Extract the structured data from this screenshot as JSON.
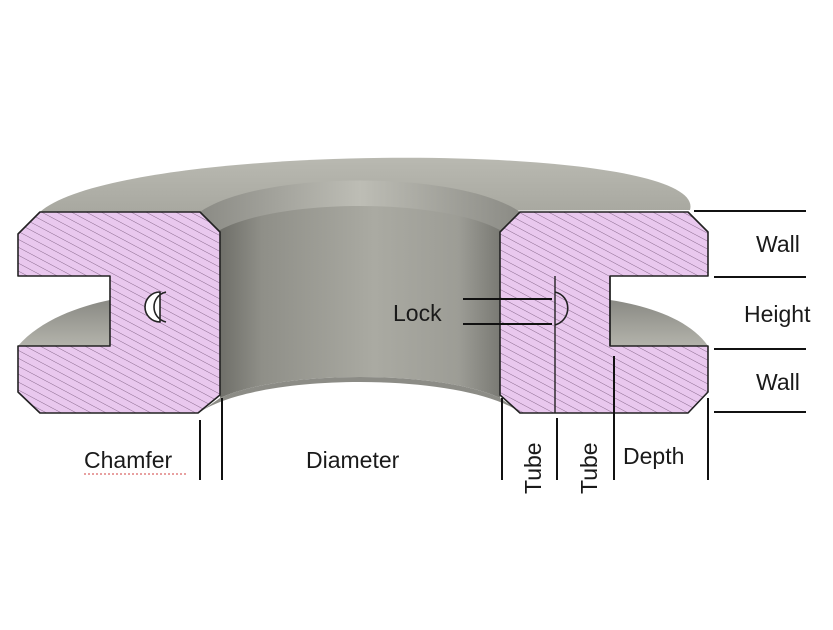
{
  "labels": {
    "wall_top": "Wall",
    "height": "Height",
    "wall_bottom": "Wall",
    "lock": "Lock",
    "chamfer": "Chamfer",
    "diameter": "Diameter",
    "tube_outer": "Tube",
    "tube_inner": "Tube",
    "depth": "Depth"
  },
  "colors": {
    "section_fill": "#e9c8ee",
    "hatch": "#8a6b8e",
    "metal_light": "#c9c9c0",
    "metal_dark": "#7d7d76",
    "outline": "#222222",
    "dimension_line": "#111111"
  }
}
